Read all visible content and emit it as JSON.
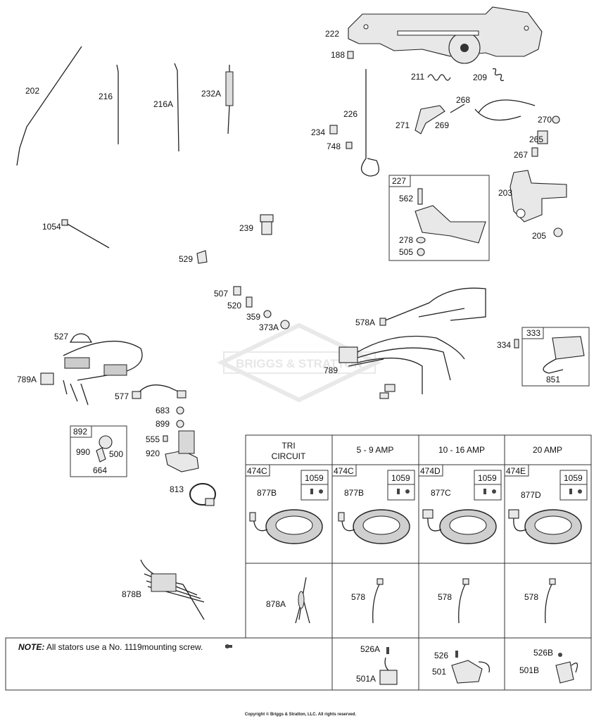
{
  "watermark": "BRIGGS & STRATTON",
  "labels": {
    "p222": "222",
    "p188": "188",
    "p211": "211",
    "p209": "209",
    "p268": "268",
    "p271": "271",
    "p269": "269",
    "p270": "270",
    "p226": "226",
    "p234": "234",
    "p748": "748",
    "p265": "265",
    "p267": "267",
    "p227": "227",
    "p562": "562",
    "p278": "278",
    "p505": "505",
    "p203": "203",
    "p205": "205",
    "p202": "202",
    "p216": "216",
    "p216A": "216A",
    "p232A": "232A",
    "p1054": "1054",
    "p239": "239",
    "p529": "529",
    "p507": "507",
    "p520": "520",
    "p359": "359",
    "p373A": "373A",
    "p578A": "578A",
    "p789": "789",
    "p334": "334",
    "p333": "333",
    "p851": "851",
    "p527": "527",
    "p789A": "789A",
    "p577": "577",
    "p683": "683",
    "p899": "899",
    "p555": "555",
    "p920": "920",
    "p892": "892",
    "p990": "990",
    "p500": "500",
    "p664": "664",
    "p813": "813",
    "p878B": "878B"
  },
  "table": {
    "headers": [
      {
        "line1": "TRI",
        "line2": "CIRCUIT"
      },
      {
        "line1": "5 - 9 AMP",
        "line2": ""
      },
      {
        "line1": "10 - 16 AMP",
        "line2": ""
      },
      {
        "line1": "20 AMP",
        "line2": ""
      }
    ],
    "kit_numbers": [
      "474C",
      "474C",
      "474D",
      "474E"
    ],
    "screw_kit": [
      "1059",
      "1059",
      "1059",
      "1059"
    ],
    "stator_parts": [
      "877B",
      "877B",
      "877C",
      "877D"
    ],
    "lead_parts": [
      "878A",
      "578",
      "578",
      "578"
    ],
    "regulators": [
      {
        "screw": "",
        "reg": ""
      },
      {
        "screw": "526A",
        "reg": "501A"
      },
      {
        "screw": "526",
        "reg": "501"
      },
      {
        "screw": "526B",
        "reg": "501B"
      }
    ]
  },
  "note": {
    "label": "NOTE:",
    "text": " All stators use a No. 1119mounting screw."
  },
  "copyright": "Copyright © Briggs & Stratton, LLC. All rights reserved."
}
